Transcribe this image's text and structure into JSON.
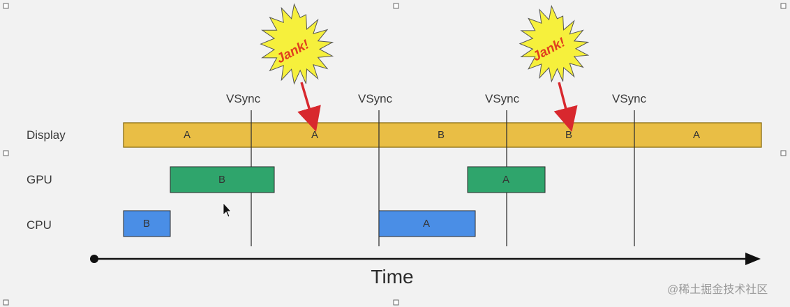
{
  "rows": {
    "display": "Display",
    "gpu": "GPU",
    "cpu": "CPU"
  },
  "vsync_label": "VSync",
  "display_frames": [
    "A",
    "A",
    "B",
    "B",
    "A"
  ],
  "gpu_blocks": [
    "B",
    "A"
  ],
  "cpu_blocks": [
    "B",
    "A"
  ],
  "jank_label": "Jank!",
  "axis_label": "Time",
  "watermark": "@稀土掘金技术社区",
  "colors": {
    "display": "#e9be45",
    "gpu": "#2fa56c",
    "cpu": "#4a8ee6",
    "jank_fill": "#f6f03c",
    "jank_arrow": "#d8282e"
  },
  "icons": {
    "jank_burst": "starburst-icon",
    "cursor": "mouse-pointer-icon"
  }
}
